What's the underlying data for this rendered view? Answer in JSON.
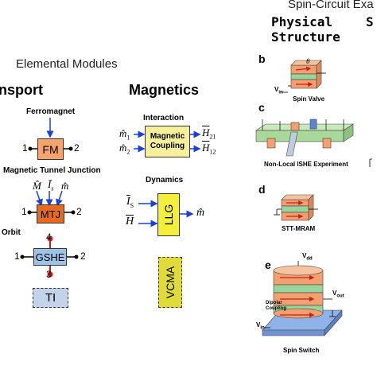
{
  "header": {
    "top_right_title": "Spin-Circuit Exa",
    "elemental_modules": "Elemental Modules"
  },
  "columns": {
    "transport": "nsport",
    "magnetics": "Magnetics",
    "physical": "Physical",
    "structure": "Structure",
    "partial_s": "S"
  },
  "transport": {
    "ferromagnet_label": "Ferromagnet",
    "fm": "FM",
    "mtj_label": "Magnetic Tunnel Junction",
    "mtj": "MTJ",
    "orbit_label": "Orbit",
    "gshe": "GSHE",
    "ti": "TI",
    "terminal_1": "1",
    "terminal_2": "2",
    "terminal_3": "3",
    "terminal_4": "4",
    "mtj_inputs": [
      "M̂",
      "Ī",
      "m̂"
    ],
    "mtj_input_sub": "s"
  },
  "magnetics": {
    "interaction_label": "Interaction",
    "coupling_line1": "Magnetic",
    "coupling_line2": "Coupling",
    "in_m1": "m̂",
    "in_m1_sub": "1",
    "in_m2": "m̂",
    "in_m2_sub": "2",
    "out_h21": "H",
    "out_h21_sub": "21",
    "out_h12": "H",
    "out_h12_sub": "12",
    "dynamics_label": "Dynamics",
    "llg": "LLG",
    "in_is": "I",
    "in_is_sub": "S",
    "in_h": "H",
    "out_m": "m̂",
    "vcma": "VCMA"
  },
  "physical": {
    "b": "b",
    "c": "c",
    "d": "d",
    "e": "e",
    "spin_valve": "Spin Valve",
    "nonlocal": "Non-Local ISHE Experiment",
    "stt_mram": "STT-MRAM",
    "spin_switch": "Spin Switch",
    "dipolar": "Dipolar",
    "coupling": "Coupling",
    "vdd": "V",
    "vdd_sub": "dd",
    "vout": "V",
    "vout_sub": "out",
    "vin": "V",
    "vin_sub": "in",
    "theta": "θ"
  },
  "colors": {
    "fm_fill": "#f4a46c",
    "mtj_fill": "#e86a1e",
    "gshe_fill": "#9ec3ea",
    "llg_fill": "#f3ef3a",
    "coupling_fill": "#f7f09b",
    "vcma_fill": "#dedb3a",
    "ti_fill": "#c3d3ea",
    "arrow_blue": "#1d3fd6",
    "terminal_red": "#d01818"
  }
}
